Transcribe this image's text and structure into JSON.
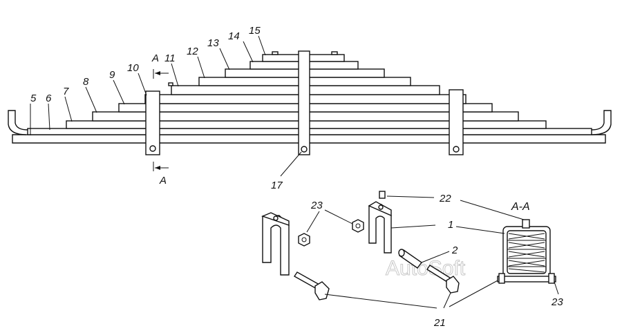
{
  "labels": {
    "n1": "1",
    "n2": "2",
    "n5": "5",
    "n6": "6",
    "n7": "7",
    "n8": "8",
    "n9": "9",
    "n10": "10",
    "n11": "11",
    "n12": "12",
    "n13": "13",
    "n14": "14",
    "n15": "15",
    "n17": "17",
    "n21": "21",
    "n22": "22",
    "n23a": "23",
    "n23b": "23",
    "sec_top": "A",
    "sec_bottom": "A",
    "section_title": "A-A"
  },
  "watermark": "AutoSoft"
}
